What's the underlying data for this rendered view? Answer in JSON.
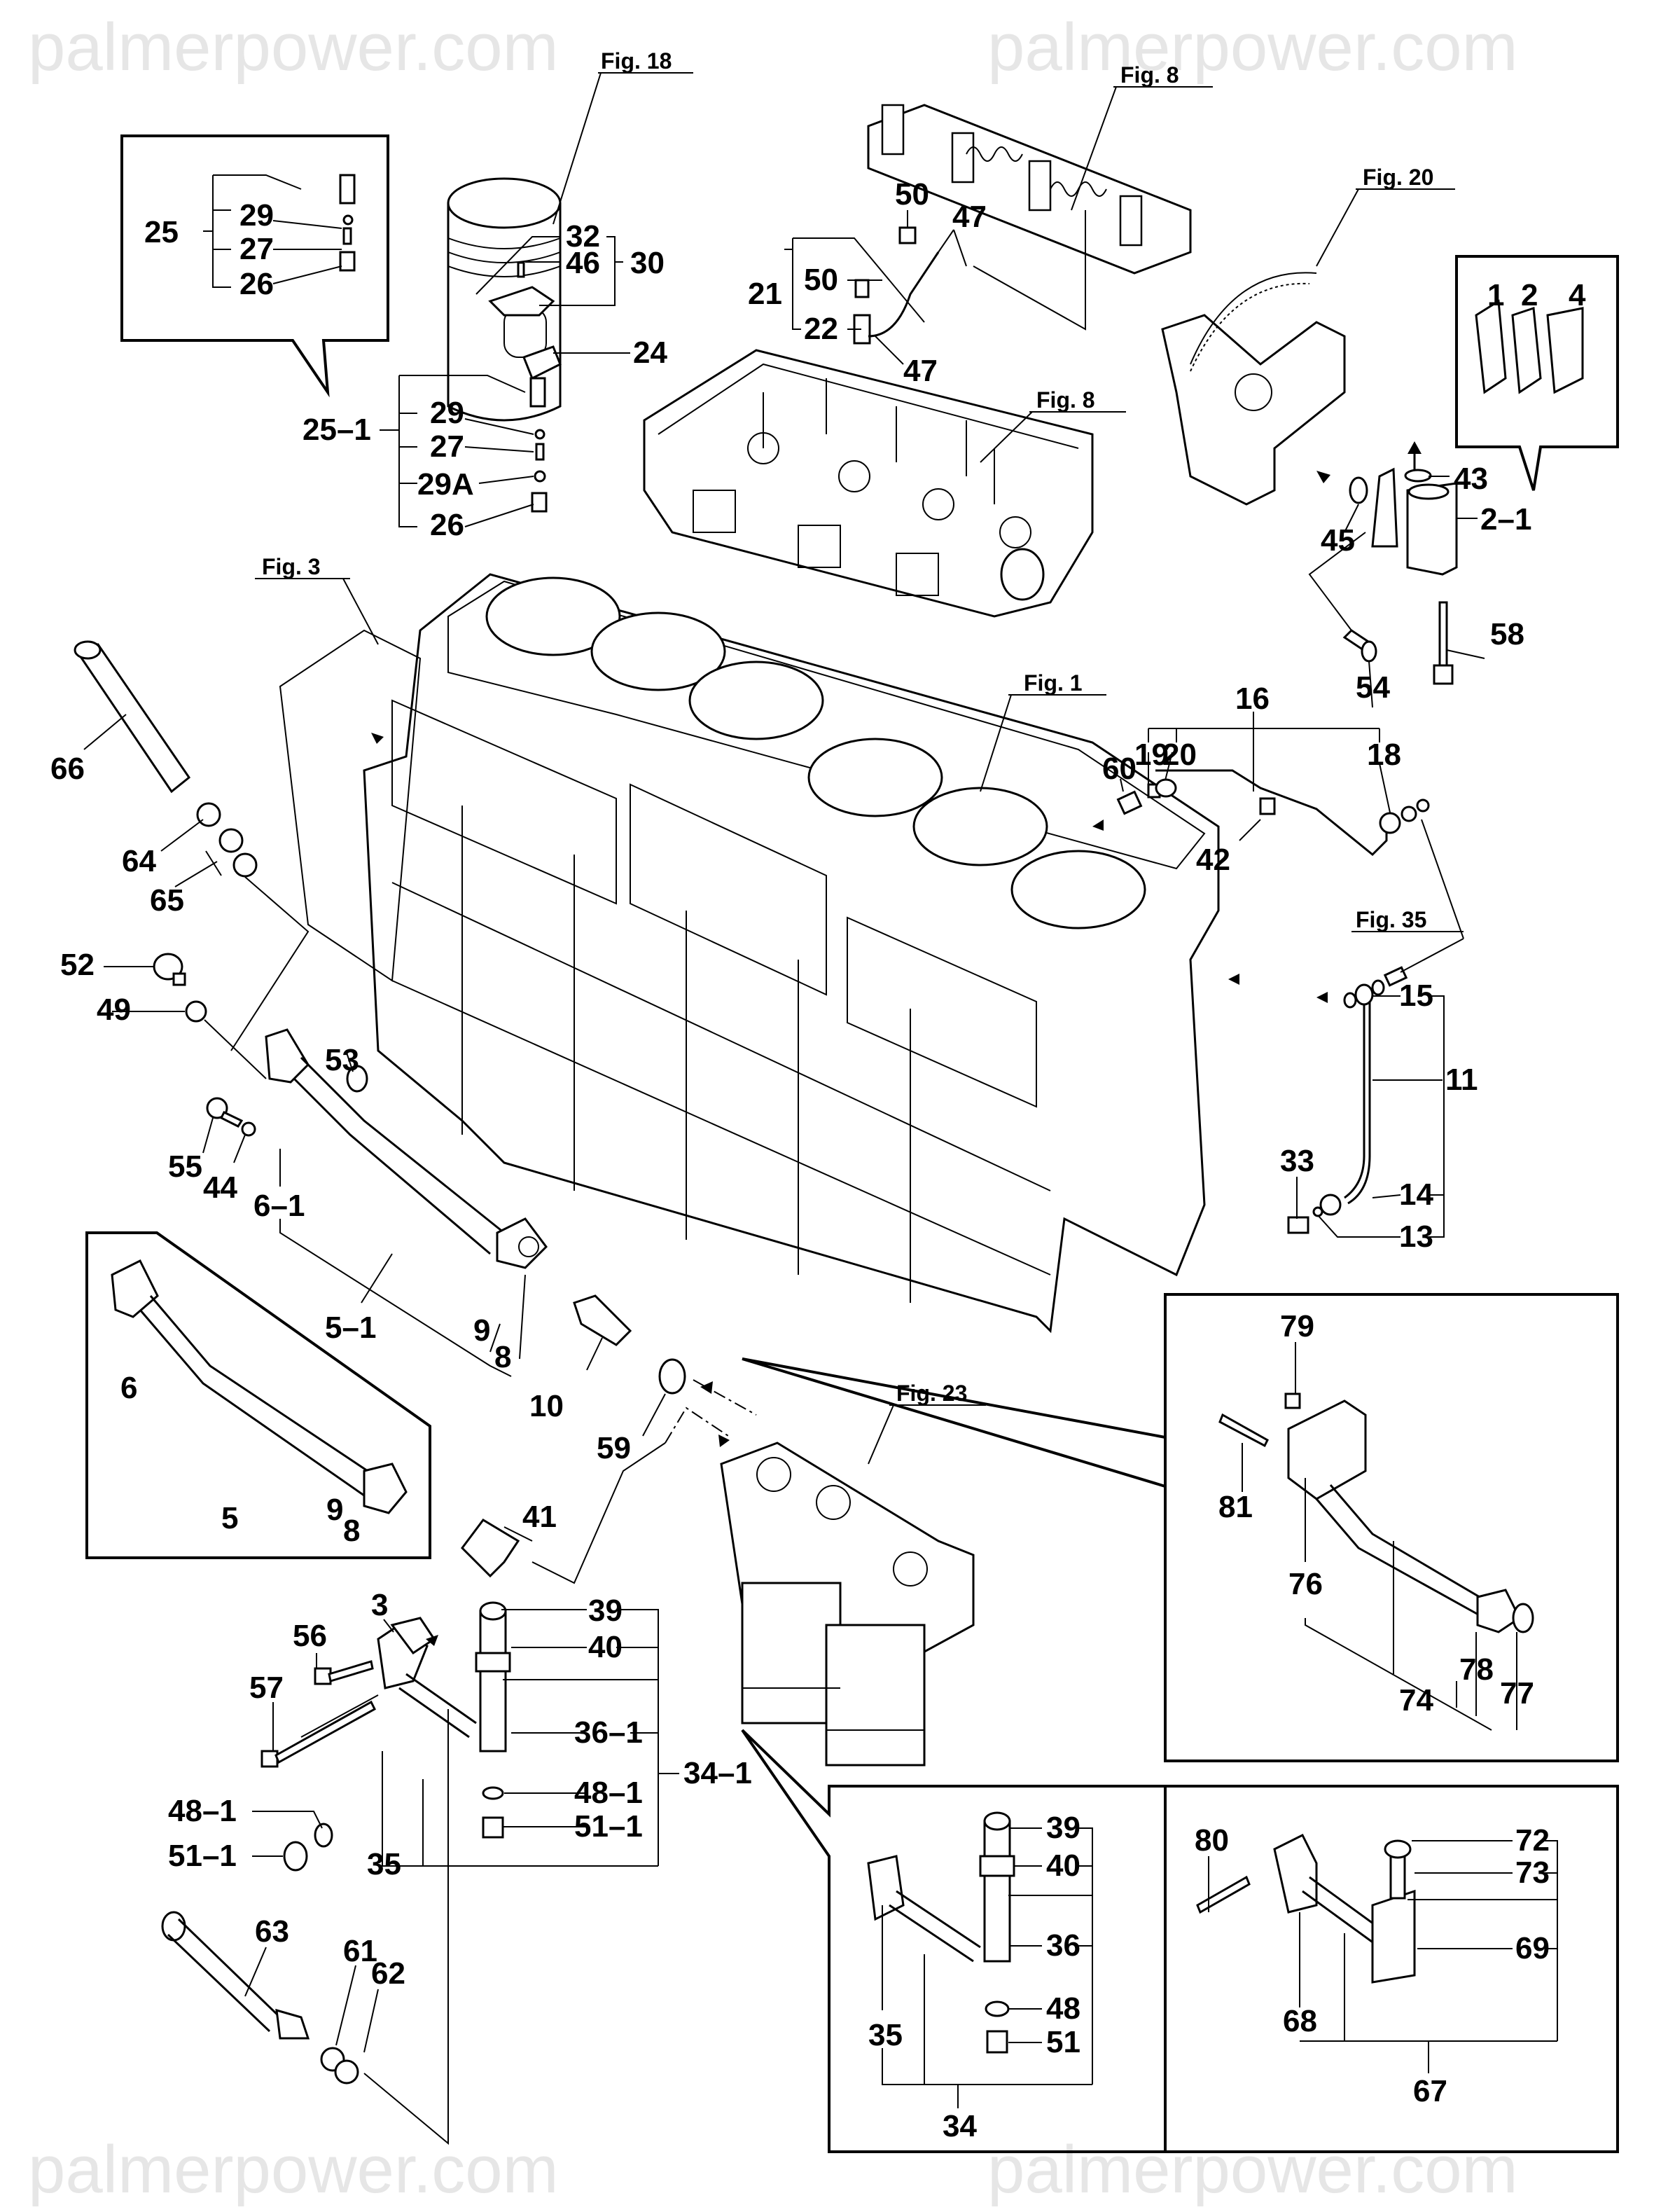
{
  "watermark": "palmerpower.com",
  "figure_refs": {
    "fig18": "Fig. 18",
    "fig8_top": "Fig. 8",
    "fig20": "Fig. 20",
    "fig8_mid": "Fig. 8",
    "fig3": "Fig. 3",
    "fig1": "Fig. 1",
    "fig35": "Fig. 35",
    "fig23": "Fig. 23"
  },
  "callouts": {
    "c25": "25",
    "c29a": "29",
    "c27a": "27",
    "c26a": "26",
    "c25_1": "25–1",
    "c29b": "29",
    "c27b": "27",
    "c29A": "29A",
    "c26b": "26",
    "c32": "32",
    "c46": "46",
    "c30": "30",
    "c24": "24",
    "c21": "21",
    "c50a": "50",
    "c22": "22",
    "c47a": "47",
    "c50b": "50",
    "c47b": "47",
    "c1": "1",
    "c2": "2",
    "c4": "4",
    "c43": "43",
    "c45": "45",
    "c2_1": "2–1",
    "c54": "54",
    "c58": "58",
    "c16": "16",
    "c19": "19",
    "c20": "20",
    "c60": "60",
    "c18": "18",
    "c42": "42",
    "c15": "15",
    "c11": "11",
    "c14": "14",
    "c13": "13",
    "c33": "33",
    "c66": "66",
    "c64": "64",
    "c65": "65",
    "c52": "52",
    "c49": "49",
    "c53": "53",
    "c55": "55",
    "c44": "44",
    "c6_1": "6–1",
    "c5_1": "5–1",
    "c9a": "9",
    "c8a": "8",
    "c10": "10",
    "c59": "59",
    "c6": "6",
    "c5": "5",
    "c9b": "9",
    "c8b": "8",
    "c41": "41",
    "c3": "3",
    "c56": "56",
    "c57": "57",
    "c39a": "39",
    "c40a": "40",
    "c36_1": "36–1",
    "c34_1": "34–1",
    "c48_1a": "48–1",
    "c51_1a": "51–1",
    "c48_1b": "48–1",
    "c51_1b": "51–1",
    "c35a": "35",
    "c63": "63",
    "c61": "61",
    "c62": "62",
    "c79": "79",
    "c81": "81",
    "c76": "76",
    "c74": "74",
    "c78": "78",
    "c77": "77",
    "c39b": "39",
    "c40b": "40",
    "c36": "36",
    "c48": "48",
    "c51": "51",
    "c35b": "35",
    "c34": "34",
    "c80": "80",
    "c72": "72",
    "c73": "73",
    "c69": "69",
    "c68": "68",
    "c67": "67"
  }
}
